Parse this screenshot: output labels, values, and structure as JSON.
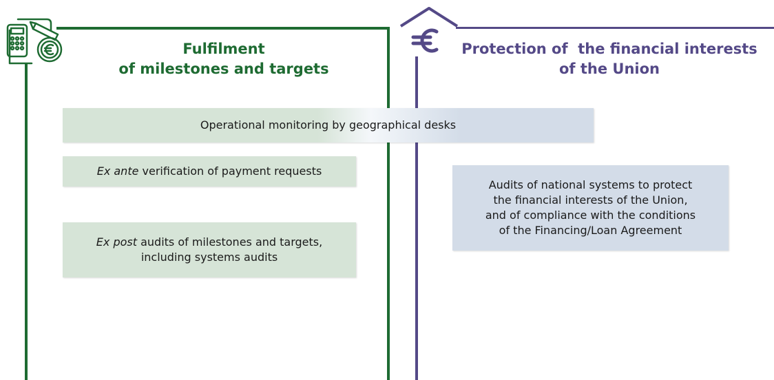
{
  "left_panel": {
    "title_line1": "Fulfilment",
    "title_line2": "of milestones and targets",
    "icon": "calculator-pencil-euro-icon"
  },
  "right_panel": {
    "title_line1": "Protection of  the financial interests",
    "title_line2": "of the Union",
    "icon": "euro-house-icon"
  },
  "shared_box": {
    "text": "Operational monitoring by geographical desks"
  },
  "left_boxes": [
    {
      "italic": "Ex ante",
      "text": " verification of payment requests"
    },
    {
      "italic": "Ex post",
      "text": " audits of milestones and targets,",
      "line2": "including systems audits"
    }
  ],
  "right_boxes": [
    {
      "lines": [
        "Audits of national systems to protect",
        "the financial interests of the Union,",
        "and of compliance with the conditions",
        "of the Financing/Loan Agreement"
      ]
    }
  ],
  "colors": {
    "green": "#1e6b32",
    "purple": "#544987",
    "green_box": "#d6e4d7",
    "blue_box": "#d3dce8"
  }
}
